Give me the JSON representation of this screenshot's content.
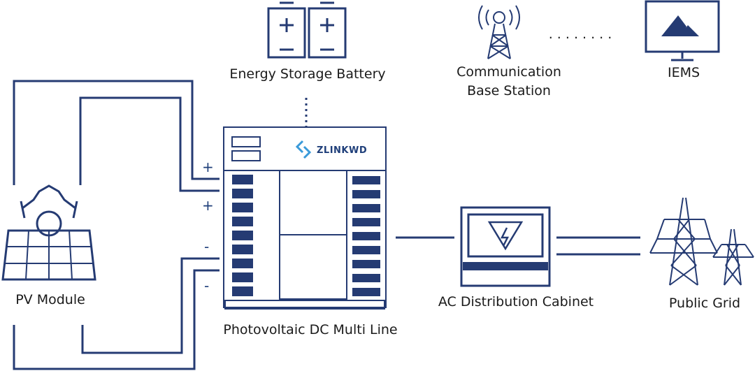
{
  "labels": {
    "energy_storage_battery": "Energy Storage Battery",
    "communication_line1": "Communication",
    "communication_line2": "Base Station",
    "iems": "IEMS",
    "pv_module": "PV Module",
    "pv_dc_multi_line": "Photovoltaic DC Multi Line",
    "ac_distribution_cabinet": "AC Distribution Cabinet",
    "public_grid": "Public Grid"
  },
  "brand": "ZLINKWD",
  "terminals": {
    "plus": "+",
    "minus": "-"
  },
  "connector_dots": ". . . . . . . .",
  "colors": {
    "line": "#253b73",
    "accent": "#3a9ad9",
    "text": "#1a1a1a"
  }
}
